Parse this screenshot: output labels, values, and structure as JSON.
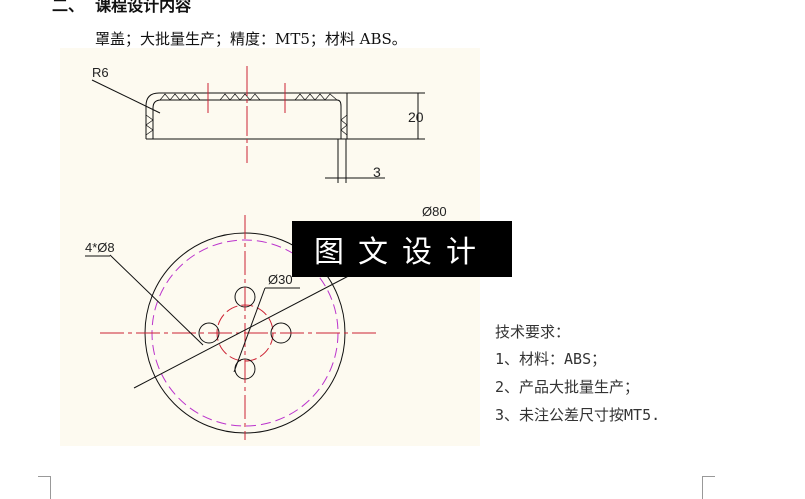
{
  "heading": {
    "number": "二、",
    "title": "课程设计内容"
  },
  "intro": "罩盖；大批量生产；精度：MT5；材料 ABS。",
  "drawing": {
    "labels": {
      "radius": "R6",
      "height": "20",
      "thickness": "3",
      "holes": "4*Ø8",
      "bolt_circle": "Ø30",
      "outer": "Ø80"
    },
    "colors": {
      "background": "#fdfaf0",
      "centerline": "#cc2233",
      "hidden": "#bb33cc",
      "outline": "#111111"
    }
  },
  "watermark": "图文设计",
  "requirements": {
    "title": "技术要求：",
    "items": [
      "1、材料：ABS；",
      "2、产品大批量生产；",
      "3、未注公差尺寸按MT5."
    ]
  }
}
